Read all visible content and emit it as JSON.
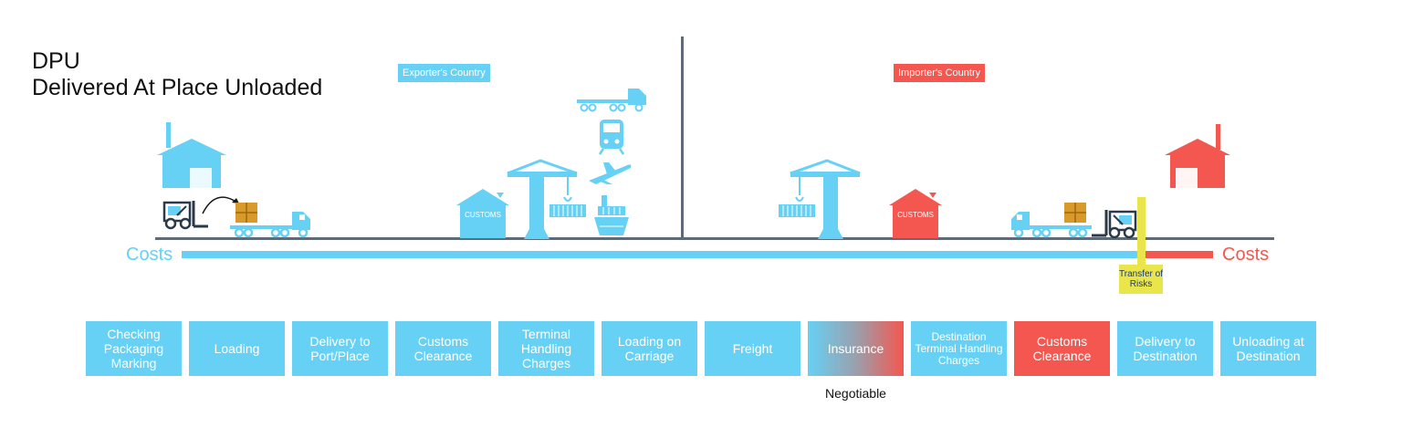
{
  "title": {
    "code": "DPU",
    "full": "Delivered At Place Unloaded"
  },
  "countries": {
    "exporter": "Exporter's Country",
    "importer": "Importer's Country"
  },
  "customs_label": "CUSTOMS",
  "costs": {
    "seller_label": "Costs",
    "buyer_label": "Costs"
  },
  "transfer_of_risks": "Transfer of Risks",
  "colors": {
    "seller": "#66d1f5",
    "buyer": "#f4574f",
    "risk": "#e9e54a",
    "line": "#606a76"
  },
  "cost_items": [
    {
      "label": "Checking Packaging Marking",
      "party": "seller"
    },
    {
      "label": "Loading",
      "party": "seller"
    },
    {
      "label": "Delivery to Port/Place",
      "party": "seller"
    },
    {
      "label": "Customs Clearance",
      "party": "seller"
    },
    {
      "label": "Terminal Handling Charges",
      "party": "seller"
    },
    {
      "label": "Loading on Carriage",
      "party": "seller"
    },
    {
      "label": "Freight",
      "party": "seller"
    },
    {
      "label": "Insurance",
      "party": "negotiable"
    },
    {
      "label": "Destination Terminal Handling Charges",
      "party": "seller"
    },
    {
      "label": "Customs Clearance",
      "party": "buyer"
    },
    {
      "label": "Delivery to Destination",
      "party": "seller"
    },
    {
      "label": "Unloading at Destination",
      "party": "seller"
    }
  ],
  "negotiable_note": "Negotiable",
  "icons": [
    "factory-icon",
    "forklift-icon",
    "truck-icon",
    "customs-house-icon",
    "port-crane-icon",
    "container-icon",
    "train-icon",
    "airplane-icon",
    "cargo-ship-icon",
    "cargo-boxes-icon"
  ]
}
